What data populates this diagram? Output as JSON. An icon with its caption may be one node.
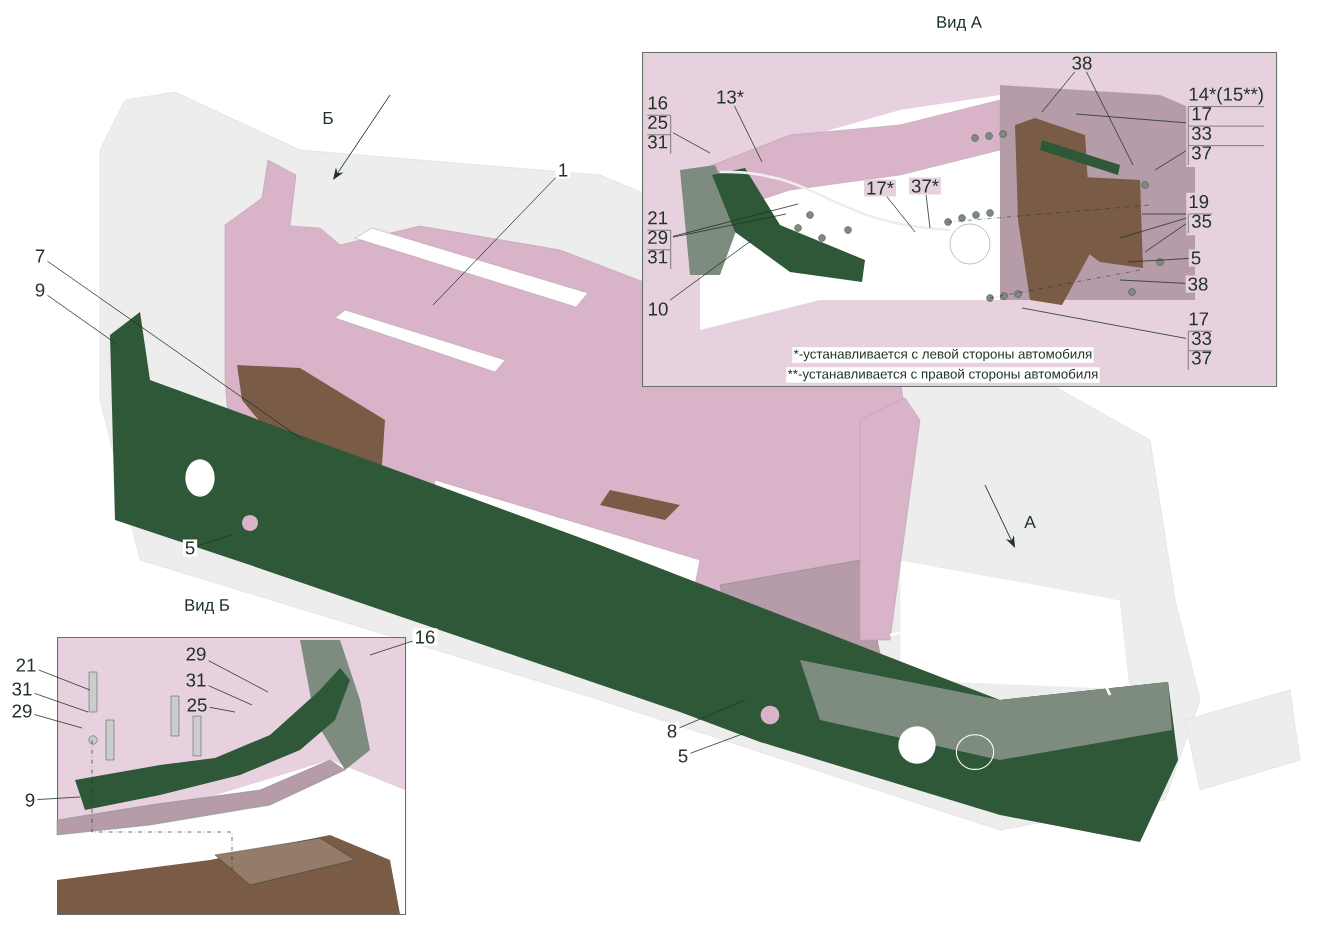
{
  "diagram": {
    "nodes": [
      {
        "text": [
          "Вид А",
          "*-устанавливается с левой стороны автомобиля",
          "**-устанавливается с правой стороны автомобиля"
        ]
      },
      {
        "text": [
          "16",
          "25",
          "31"
        ],
        "in": 0
      },
      {
        "text": [
          "13*"
        ],
        "in": 0
      },
      {
        "text": [
          "21",
          "29",
          "31"
        ],
        "in": 0
      },
      {
        "text": [
          "10"
        ],
        "in": 0
      },
      {
        "text": [
          "17*"
        ],
        "in": 0
      },
      {
        "text": [
          "37*"
        ],
        "in": 0
      },
      {
        "text": [
          "38"
        ],
        "in": 0
      },
      {
        "text": [
          "14*(15**)",
          "17",
          "33",
          "37"
        ],
        "in": 0
      },
      {
        "text": [
          "19",
          "35"
        ],
        "in": 0
      },
      {
        "text": [
          "5"
        ],
        "in": 0
      },
      {
        "text": [
          "38"
        ],
        "in": 0
      },
      {
        "text": [
          "17",
          "33",
          "37"
        ],
        "in": 0
      },
      {
        "text": [
          "Вид Б"
        ]
      },
      {
        "text": [
          "21"
        ]
      },
      {
        "text": [
          "31"
        ]
      },
      {
        "text": [
          "29"
        ]
      },
      {
        "text": [
          "9"
        ]
      },
      {
        "text": [
          "29"
        ],
        "in": 13
      },
      {
        "text": [
          "31"
        ],
        "in": 13
      },
      {
        "text": [
          "25"
        ],
        "in": 13
      },
      {
        "text": [
          "16"
        ]
      },
      {
        "text": [
          "1"
        ]
      },
      {
        "text": [
          "7"
        ]
      },
      {
        "text": [
          "9"
        ]
      },
      {
        "text": [
          "5"
        ]
      },
      {
        "text": [
          "8"
        ]
      },
      {
        "text": [
          "5"
        ]
      }
    ],
    "edges": [
      {
        "from": 1,
        "to": null,
        "arrow": "none"
      },
      {
        "from": 2,
        "to": null,
        "arrow": "none"
      },
      {
        "from": 3,
        "to": null,
        "arrow": "none"
      },
      {
        "from": 3,
        "to": null,
        "arrow": "none"
      },
      {
        "from": 4,
        "to": null,
        "arrow": "none"
      },
      {
        "from": 5,
        "to": null,
        "arrow": "none"
      },
      {
        "from": 6,
        "to": null,
        "arrow": "none"
      },
      {
        "from": 7,
        "to": null,
        "arrow": "none"
      },
      {
        "from": 7,
        "to": null,
        "arrow": "none"
      },
      {
        "from": 8,
        "to": null,
        "arrow": "none"
      },
      {
        "from": 8,
        "to": null,
        "arrow": "none"
      },
      {
        "from": 9,
        "to": null,
        "arrow": "none"
      },
      {
        "from": 9,
        "to": null,
        "arrow": "none"
      },
      {
        "from": 9,
        "to": null,
        "arrow": "none"
      },
      {
        "from": 10,
        "to": null,
        "arrow": "none"
      },
      {
        "from": 11,
        "to": null,
        "arrow": "none"
      },
      {
        "from": 12,
        "to": null,
        "arrow": "none"
      },
      {
        "from": 14,
        "to": null,
        "arrow": "none"
      },
      {
        "from": 15,
        "to": null,
        "arrow": "none"
      },
      {
        "from": 16,
        "to": null,
        "arrow": "none"
      },
      {
        "from": 17,
        "to": null,
        "arrow": "none"
      },
      {
        "from": 18,
        "to": null,
        "arrow": "none"
      },
      {
        "from": 19,
        "to": null,
        "arrow": "none"
      },
      {
        "from": 20,
        "to": null,
        "arrow": "none"
      },
      {
        "from": 21,
        "to": null,
        "arrow": "none"
      },
      {
        "from": 22,
        "to": null,
        "arrow": "none"
      },
      {
        "from": 23,
        "to": null,
        "arrow": "none"
      },
      {
        "from": 24,
        "to": null,
        "arrow": "none"
      },
      {
        "from": 25,
        "to": null,
        "arrow": "none"
      },
      {
        "from": 26,
        "to": null,
        "arrow": "none"
      },
      {
        "from": 27,
        "to": null,
        "arrow": "none"
      }
    ],
    "labels": [
      "Б",
      "А"
    ]
  }
}
